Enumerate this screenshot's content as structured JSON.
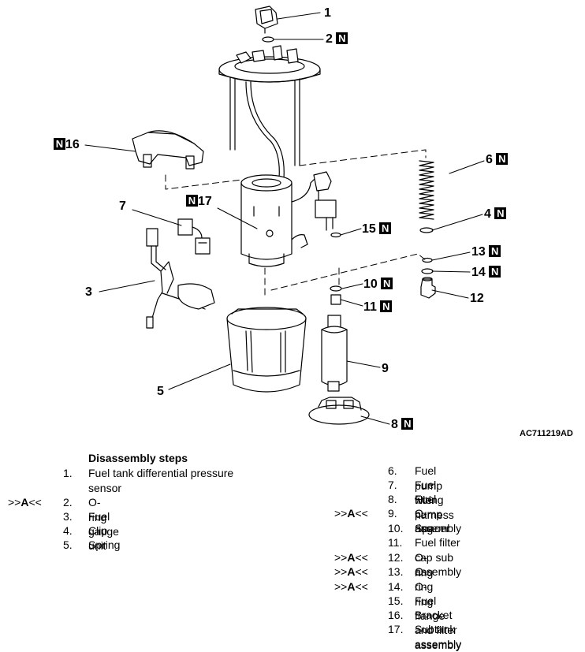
{
  "figure_id": "AC711219AD",
  "new_part_mark": "N",
  "callouts": [
    {
      "id": "c1",
      "label": "1",
      "new_part": false
    },
    {
      "id": "c2",
      "label": "2",
      "new_part": true
    },
    {
      "id": "c3",
      "label": "3",
      "new_part": false
    },
    {
      "id": "c4",
      "label": "4",
      "new_part": true
    },
    {
      "id": "c5",
      "label": "5",
      "new_part": false
    },
    {
      "id": "c6",
      "label": "6",
      "new_part": true
    },
    {
      "id": "c7",
      "label": "7",
      "new_part": false
    },
    {
      "id": "c8",
      "label": "8",
      "new_part": true
    },
    {
      "id": "c9",
      "label": "9",
      "new_part": false
    },
    {
      "id": "c10",
      "label": "10",
      "new_part": true
    },
    {
      "id": "c11",
      "label": "11",
      "new_part": true
    },
    {
      "id": "c12",
      "label": "12",
      "new_part": false
    },
    {
      "id": "c13",
      "label": "13",
      "new_part": true
    },
    {
      "id": "c14",
      "label": "14",
      "new_part": true
    },
    {
      "id": "c15",
      "label": "15",
      "new_part": true
    },
    {
      "id": "c16",
      "label": "16",
      "new_part": true
    },
    {
      "id": "c17",
      "label": "17",
      "new_part": true
    }
  ],
  "steps_heading": "Disassembly steps",
  "steps": [
    {
      "num": "1.",
      "text": "Fuel tank differential pressure sensor",
      "mark": ""
    },
    {
      "num": "2.",
      "text": "O-ring",
      "mark": ">>A<<"
    },
    {
      "num": "3.",
      "text": "Fuel gauge unit",
      "mark": ""
    },
    {
      "num": "4.",
      "text": "Clip",
      "mark": ""
    },
    {
      "num": "5.",
      "text": "Spring",
      "mark": ""
    },
    {
      "num": "6.",
      "text": "Fuel pump wiring harness",
      "mark": ""
    },
    {
      "num": "7.",
      "text": "Fuel filter",
      "mark": ""
    },
    {
      "num": "8.",
      "text": "Fuel pump assembly",
      "mark": ""
    },
    {
      "num": "9.",
      "text": "O-ring",
      "mark": ">>A<<"
    },
    {
      "num": "10.",
      "text": "Spacer",
      "mark": ""
    },
    {
      "num": "11.",
      "text": "Fuel filter cap sub assembly",
      "mark": ""
    },
    {
      "num": "12.",
      "text": "O-ring",
      "mark": ">>A<<"
    },
    {
      "num": "13.",
      "text": "O-ring",
      "mark": ">>A<<"
    },
    {
      "num": "14.",
      "text": "O-ring",
      "mark": ">>A<<"
    },
    {
      "num": "15.",
      "text": "Fuel flange and filter assembly",
      "mark": ""
    },
    {
      "num": "16.",
      "text": "Bracket",
      "mark": ""
    },
    {
      "num": "17.",
      "text": "Subtank assembly",
      "mark": ""
    }
  ]
}
